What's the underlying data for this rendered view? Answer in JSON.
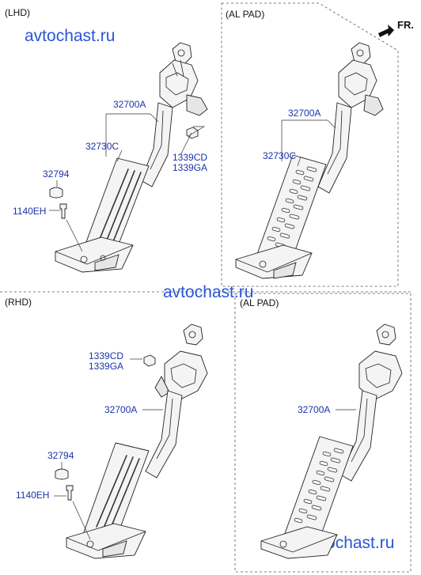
{
  "sections": {
    "lhd": "(LHD)",
    "al_pad_top": "(AL PAD)",
    "rhd": "(RHD)",
    "al_pad_bottom": "(AL PAD)"
  },
  "fr_label": "FR.",
  "watermark": "avtochast.ru",
  "labels": {
    "lhd_32700A": "32700A",
    "lhd_32730C": "32730C",
    "lhd_1339CD": "1339CD",
    "lhd_1339GA": "1339GA",
    "lhd_32794": "32794",
    "lhd_1140EH": "1140EH",
    "al_top_32700A": "32700A",
    "al_top_32730C": "32730C",
    "rhd_1339CD": "1339CD",
    "rhd_1339GA": "1339GA",
    "rhd_32700A": "32700A",
    "rhd_32794": "32794",
    "rhd_1140EH": "1140EH",
    "al_bottom_32700A": "32700A"
  },
  "colors": {
    "label_blue": "#1a33aa",
    "watermark_blue": "#2a55d8"
  }
}
